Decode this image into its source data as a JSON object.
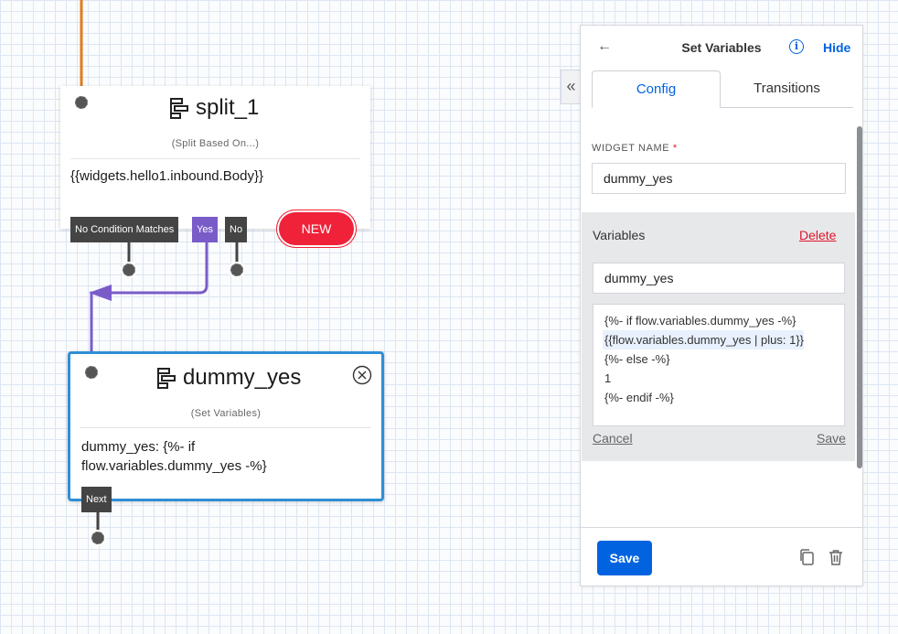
{
  "canvas": {
    "split_node": {
      "title": "split_1",
      "subtitle": "(Split Based On...)",
      "body": "{{widgets.hello1.inbound.Body}}",
      "transitions": [
        "No Condition Matches",
        "Yes",
        "No"
      ],
      "badge": "NEW",
      "icon": "split-widget-icon"
    },
    "set_node": {
      "title": "dummy_yes",
      "subtitle": "(Set Variables)",
      "body": "dummy_yes: {%- if flow.variables.dummy_yes -%}",
      "transition": "Next",
      "icon": "set-variables-widget-icon"
    }
  },
  "panel": {
    "title": "Set Variables",
    "hide_label": "Hide",
    "info_glyph": "i",
    "collapse_glyph": "«",
    "back_glyph": "←",
    "tabs": [
      {
        "label": "Config",
        "active": true
      },
      {
        "label": "Transitions",
        "active": false
      }
    ],
    "widget_name_label": "WIDGET NAME",
    "required_mark": "*",
    "widget_name_value": "dummy_yes",
    "variables": {
      "title": "Variables",
      "delete_label": "Delete",
      "key": "dummy_yes",
      "value_lines": [
        "{%- if flow.variables.dummy_yes -%}",
        "{{flow.variables.dummy_yes | plus: 1}}",
        "{%- else -%}",
        "1",
        "{%- endif -%}"
      ],
      "cancel_label": "Cancel",
      "save_label": "Save"
    },
    "footer": {
      "save_label": "Save",
      "duplicate_icon": "copy-icon",
      "delete_icon": "trash-icon"
    }
  },
  "colors": {
    "accent": "#0263e0",
    "selected_node_border": "#2e8fd6",
    "yes_transition": "#7a5cc9",
    "incoming_wire": "#e07b1f",
    "new_badge": "#ef223a"
  }
}
